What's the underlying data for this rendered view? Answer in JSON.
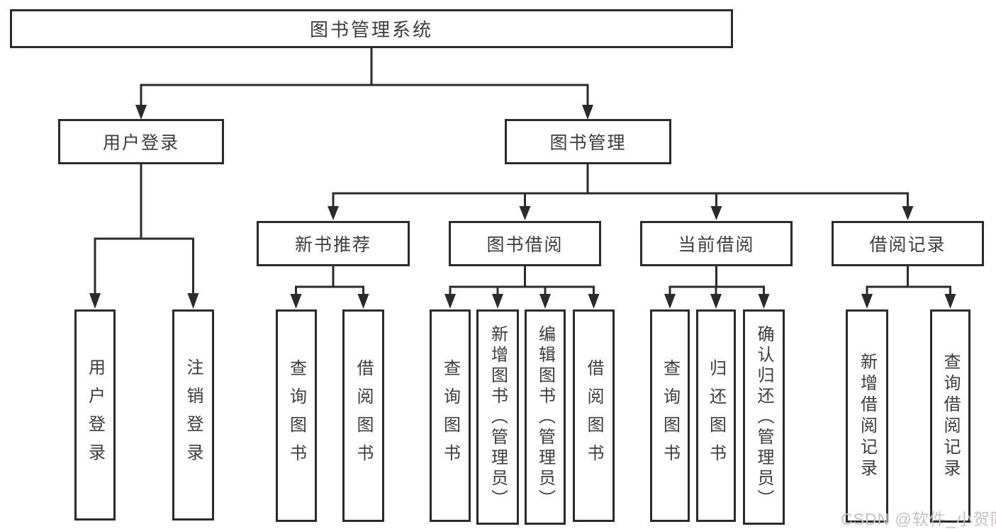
{
  "tree": {
    "label": "图书管理系统",
    "children": [
      {
        "label": "用户登录",
        "children": [
          {
            "label": "用户登录"
          },
          {
            "label": "注销登录"
          }
        ]
      },
      {
        "label": "图书管理",
        "children": [
          {
            "label": "新书推荐",
            "children": [
              {
                "label": "查询图书"
              },
              {
                "label": "借阅图书"
              }
            ]
          },
          {
            "label": "图书借阅",
            "children": [
              {
                "label": "查询图书"
              },
              {
                "label": "新增图书（管理员）"
              },
              {
                "label": "编辑图书（管理员）"
              },
              {
                "label": "借阅图书"
              }
            ]
          },
          {
            "label": "当前借阅",
            "children": [
              {
                "label": "查询图书"
              },
              {
                "label": "归还图书"
              },
              {
                "label": "确认归还（管理员）"
              }
            ]
          },
          {
            "label": "借阅记录",
            "children": [
              {
                "label": "新增借阅记录"
              },
              {
                "label": "查询借阅记录"
              }
            ]
          }
        ]
      }
    ]
  },
  "watermark": {
    "text": "CSDN @软件_小贺同学"
  },
  "colors": {
    "line": "#2b2b2b",
    "text": "#3d3d3d",
    "watermark": "#c6c2c2",
    "background": "#ffffff"
  }
}
